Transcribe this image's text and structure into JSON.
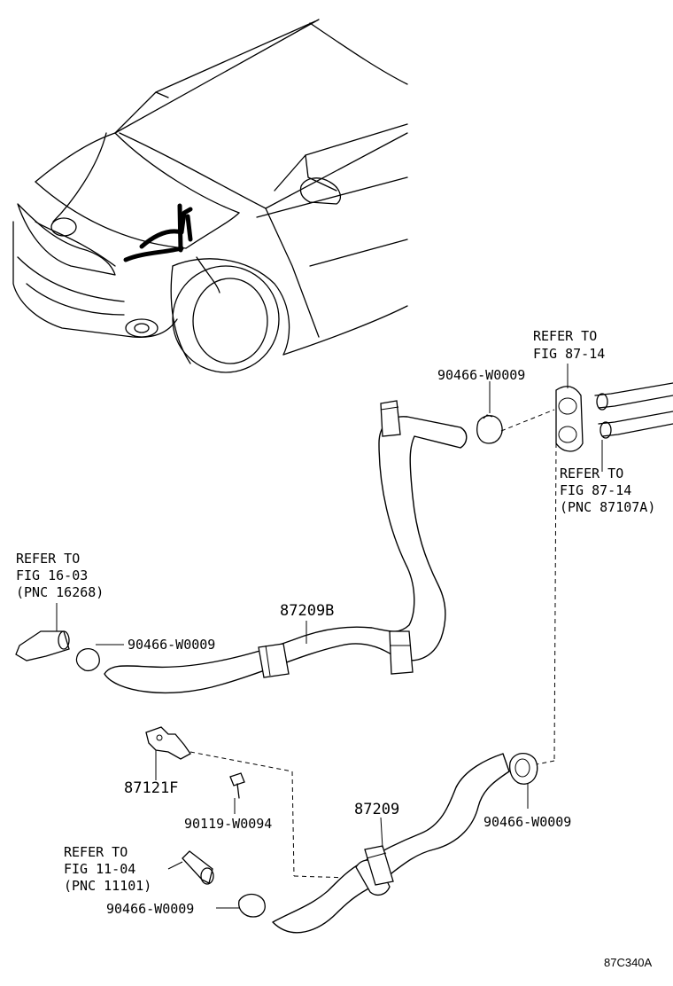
{
  "diagram": {
    "figure_code": "87C340A",
    "labels": {
      "refer_top_1": "REFER TO",
      "refer_top_2": "FIG 87-14",
      "clamp_top": "90466-W0009",
      "refer_right_1": "REFER TO",
      "refer_right_2": "FIG 87-14",
      "refer_right_3": "(PNC 87107A)",
      "refer_left_1": "REFER TO",
      "refer_left_2": "FIG 16-03",
      "refer_left_3": "(PNC 16268)",
      "clamp_left": "90466-W0009",
      "hose_upper": "87209B",
      "bracket": "87121F",
      "bolt": "90119-W0094",
      "hose_lower": "87209",
      "clamp_right": "90466-W0009",
      "refer_bottom_1": "REFER TO",
      "refer_bottom_2": "FIG 11-04",
      "refer_bottom_3": "(PNC 11101)",
      "clamp_bottom": "90466-W0009"
    }
  }
}
